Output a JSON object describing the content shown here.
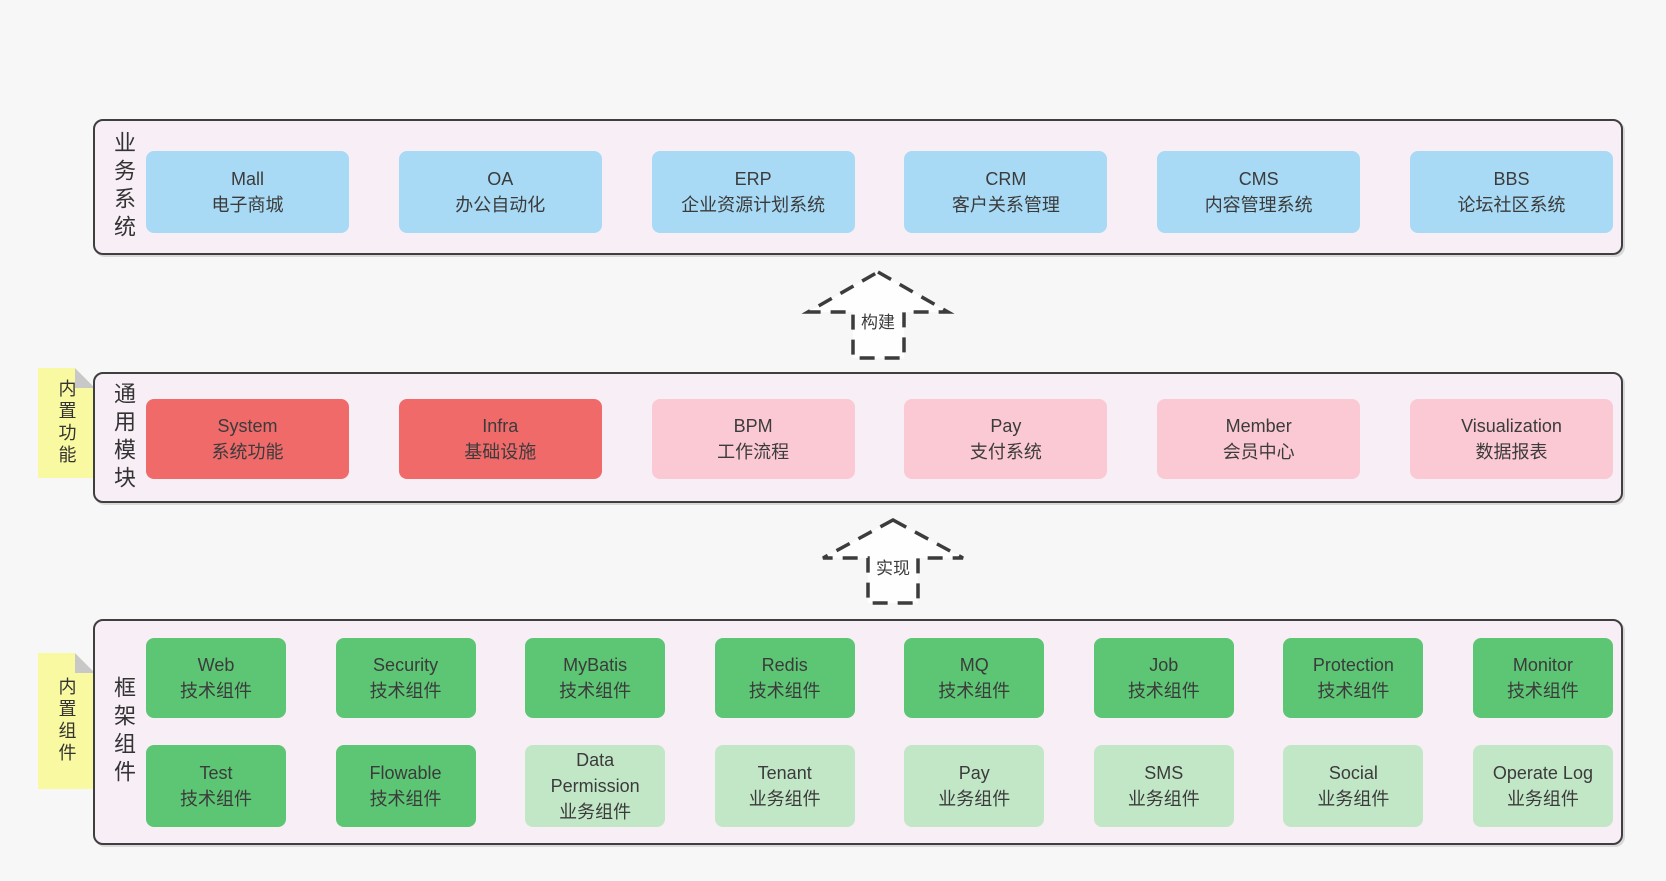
{
  "diagram": {
    "arrows": [
      {
        "label": "构建"
      },
      {
        "label": "实现"
      }
    ],
    "colors": {
      "page_bg": "#f7f7f7",
      "panel_bg": "#f8eef6",
      "panel_border": "#3f3f3f",
      "blue": "#a8daf5",
      "red": "#f06a6a",
      "pink": "#fbc9d4",
      "green_dark": "#5cc674",
      "green_light": "#c2e7c7",
      "note_yellow": "#f9f9a1",
      "note_fold_gray": "#c8c8c8"
    }
  },
  "sections": [
    {
      "id": "business-systems",
      "label": "业务系统",
      "sticky_note": "",
      "rows": [
        [
          {
            "name": "Mall",
            "desc": "电子商城",
            "variant": "blue"
          },
          {
            "name": "OA",
            "desc": "办公自动化",
            "variant": "blue"
          },
          {
            "name": "ERP",
            "desc": "企业资源计划系统",
            "variant": "blue"
          },
          {
            "name": "CRM",
            "desc": "客户关系管理",
            "variant": "blue"
          },
          {
            "name": "CMS",
            "desc": "内容管理系统",
            "variant": "blue"
          },
          {
            "name": "BBS",
            "desc": "论坛社区系统",
            "variant": "blue"
          }
        ]
      ]
    },
    {
      "id": "common-modules",
      "label": "通用模块",
      "sticky_note": "内置功能",
      "rows": [
        [
          {
            "name": "System",
            "desc": "系统功能",
            "variant": "red"
          },
          {
            "name": "Infra",
            "desc": "基础设施",
            "variant": "red"
          },
          {
            "name": "BPM",
            "desc": "工作流程",
            "variant": "pink"
          },
          {
            "name": "Pay",
            "desc": "支付系统",
            "variant": "pink"
          },
          {
            "name": "Member",
            "desc": "会员中心",
            "variant": "pink"
          },
          {
            "name": "Visualization",
            "desc": "数据报表",
            "variant": "pink"
          }
        ]
      ]
    },
    {
      "id": "framework-components",
      "label": "框架组件",
      "sticky_note": "内置组件",
      "rows": [
        [
          {
            "name": "Web",
            "desc": "技术组件",
            "variant": "green-dark"
          },
          {
            "name": "Security",
            "desc": "技术组件",
            "variant": "green-dark"
          },
          {
            "name": "MyBatis",
            "desc": "技术组件",
            "variant": "green-dark"
          },
          {
            "name": "Redis",
            "desc": "技术组件",
            "variant": "green-dark"
          },
          {
            "name": "MQ",
            "desc": "技术组件",
            "variant": "green-dark"
          },
          {
            "name": "Job",
            "desc": "技术组件",
            "variant": "green-dark"
          },
          {
            "name": "Protection",
            "desc": "技术组件",
            "variant": "green-dark"
          },
          {
            "name": "Monitor",
            "desc": "技术组件",
            "variant": "green-dark"
          }
        ],
        [
          {
            "name": "Test",
            "desc": "技术组件",
            "variant": "green-dark"
          },
          {
            "name": "Flowable",
            "desc": "技术组件",
            "variant": "green-dark"
          },
          {
            "name": "Data\nPermission",
            "desc": "业务组件",
            "variant": "green-light"
          },
          {
            "name": "Tenant",
            "desc": "业务组件",
            "variant": "green-light"
          },
          {
            "name": "Pay",
            "desc": "业务组件",
            "variant": "green-light"
          },
          {
            "name": "SMS",
            "desc": "业务组件",
            "variant": "green-light"
          },
          {
            "name": "Social",
            "desc": "业务组件",
            "variant": "green-light"
          },
          {
            "name": "Operate Log",
            "desc": "业务组件",
            "variant": "green-light"
          }
        ]
      ]
    }
  ]
}
